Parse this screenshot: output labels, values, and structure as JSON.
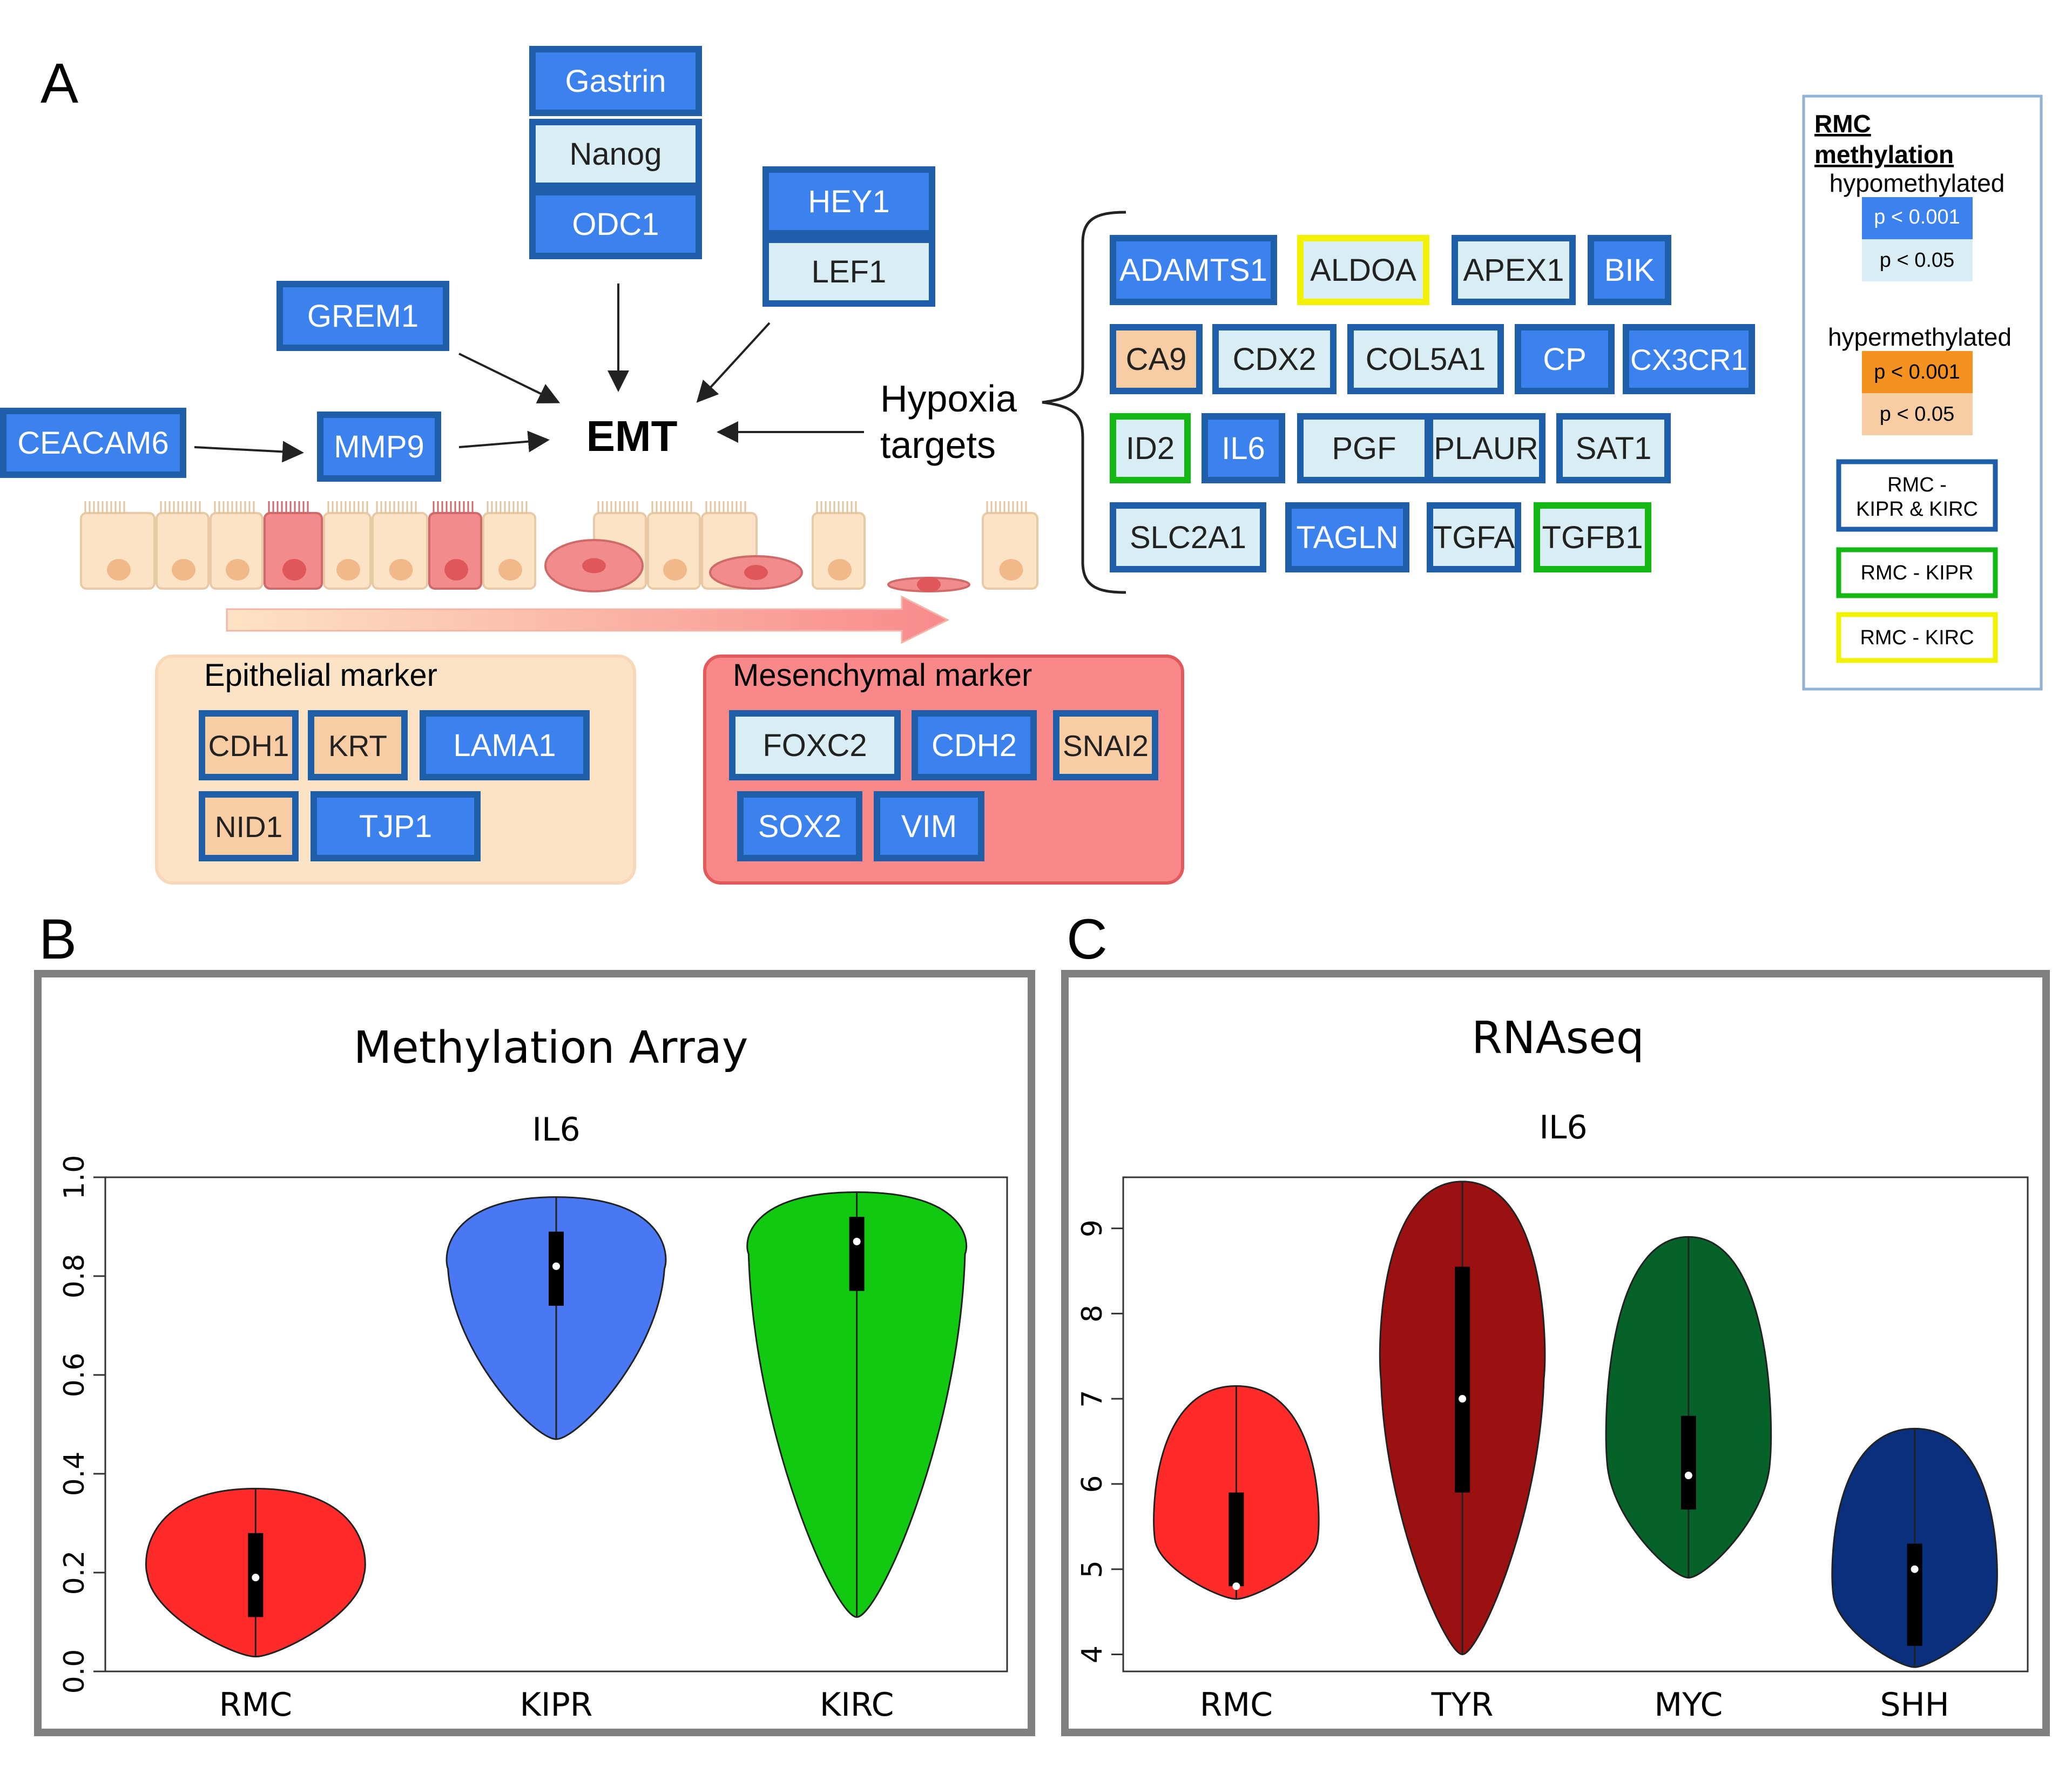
{
  "panels": {
    "a": "A",
    "b": "B",
    "c": "C"
  },
  "colors": {
    "hypo_strong": "#3b82ee",
    "hypo_weak": "#d8eef4",
    "hyper_strong": "#f5921f",
    "hyper_weak": "#f8cda3",
    "border_both": "#1f5ea8",
    "border_kipr": "#14b814",
    "border_kirc": "#f2f200",
    "epithelial_bg": "#fde3c5",
    "mesenchymal_bg": "#f9888a"
  },
  "diagram": {
    "center": "EMT",
    "hypoxia": [
      "Hypoxia",
      "targets"
    ],
    "upstream_genes": [
      {
        "label": "Gastrin",
        "fill": "strong",
        "border": "both"
      },
      {
        "label": "Nanog",
        "fill": "weak",
        "border": "both"
      },
      {
        "label": "ODC1",
        "fill": "strong",
        "border": "both"
      },
      {
        "label": "HEY1",
        "fill": "strong",
        "border": "both"
      },
      {
        "label": "LEF1",
        "fill": "weak",
        "border": "both"
      },
      {
        "label": "GREM1",
        "fill": "strong",
        "border": "both"
      },
      {
        "label": "CEACAM6",
        "fill": "strong",
        "border": "both"
      },
      {
        "label": "MMP9",
        "fill": "strong",
        "border": "both"
      }
    ],
    "hypoxia_genes": [
      {
        "label": "ADAMTS1",
        "fill": "strong",
        "border": "both"
      },
      {
        "label": "ALDOA",
        "fill": "weak",
        "border": "kirc"
      },
      {
        "label": "APEX1",
        "fill": "weak",
        "border": "both"
      },
      {
        "label": "BIK",
        "fill": "strong",
        "border": "both"
      },
      {
        "label": "CA9",
        "fill": "hyper_weak",
        "border": "both"
      },
      {
        "label": "CDX2",
        "fill": "weak",
        "border": "both"
      },
      {
        "label": "COL5A1",
        "fill": "weak",
        "border": "both"
      },
      {
        "label": "CP",
        "fill": "strong",
        "border": "both"
      },
      {
        "label": "CX3CR1",
        "fill": "strong",
        "border": "both"
      },
      {
        "label": "ID2",
        "fill": "weak",
        "border": "kipr"
      },
      {
        "label": "IL6",
        "fill": "strong",
        "border": "both"
      },
      {
        "label": "PGF",
        "fill": "weak",
        "border": "both"
      },
      {
        "label": "PLAUR",
        "fill": "weak",
        "border": "both"
      },
      {
        "label": "SAT1",
        "fill": "weak",
        "border": "both"
      },
      {
        "label": "SLC2A1",
        "fill": "weak",
        "border": "both"
      },
      {
        "label": "TAGLN",
        "fill": "strong",
        "border": "both"
      },
      {
        "label": "TGFA",
        "fill": "weak",
        "border": "both"
      },
      {
        "label": "TGFB1",
        "fill": "weak",
        "border": "kipr"
      }
    ],
    "epithelial": {
      "title": "Epithelial marker",
      "genes": [
        {
          "label": "CDH1",
          "fill": "hyper_weak",
          "border": "both"
        },
        {
          "label": "KRT",
          "fill": "hyper_weak",
          "border": "both"
        },
        {
          "label": "LAMA1",
          "fill": "strong",
          "border": "both"
        },
        {
          "label": "NID1",
          "fill": "hyper_weak",
          "border": "both"
        },
        {
          "label": "TJP1",
          "fill": "strong",
          "border": "both"
        }
      ]
    },
    "mesenchymal": {
      "title": "Mesenchymal marker",
      "genes": [
        {
          "label": "FOXC2",
          "fill": "weak",
          "border": "both"
        },
        {
          "label": "CDH2",
          "fill": "strong",
          "border": "both"
        },
        {
          "label": "SNAI2",
          "fill": "hyper_weak",
          "border": "both"
        },
        {
          "label": "SOX2",
          "fill": "strong",
          "border": "both"
        },
        {
          "label": "VIM",
          "fill": "strong",
          "border": "both"
        }
      ]
    }
  },
  "legend": {
    "title_1": "RMC",
    "title_2": "methylation",
    "hypo_label": "hypomethylated",
    "hyper_label": "hypermethylated",
    "p001": "p < 0.001",
    "p05": "p < 0.05",
    "box_both_1": "RMC -",
    "box_both_2": "KIPR & KIRC",
    "box_kipr": "RMC - KIPR",
    "box_kirc": "RMC - KIRC"
  },
  "chart_data": [
    {
      "type": "violin",
      "title": "Methylation Array",
      "subtitle": "IL6",
      "categories": [
        "RMC",
        "KIPR",
        "KIRC"
      ],
      "ylim": [
        0.0,
        1.0
      ],
      "yticks": [
        "0.0",
        "0.2",
        "0.4",
        "0.6",
        "0.8",
        "1.0"
      ],
      "colors": [
        "#ff2a2a",
        "#4a78f5",
        "#11c911"
      ],
      "series": [
        {
          "name": "RMC",
          "median": 0.19,
          "q1": 0.11,
          "q3": 0.28,
          "min": 0.03,
          "max": 0.37
        },
        {
          "name": "KIPR",
          "median": 0.82,
          "q1": 0.74,
          "q3": 0.89,
          "min": 0.47,
          "max": 0.96
        },
        {
          "name": "KIRC",
          "median": 0.87,
          "q1": 0.77,
          "q3": 0.92,
          "min": 0.11,
          "max": 0.97
        }
      ]
    },
    {
      "type": "violin",
      "title": "RNAseq",
      "subtitle": "IL6",
      "categories": [
        "RMC",
        "TYR",
        "MYC",
        "SHH"
      ],
      "ylim": [
        3.8,
        9.6
      ],
      "yticks": [
        "4",
        "5",
        "6",
        "7",
        "8",
        "9"
      ],
      "colors": [
        "#ff2a2a",
        "#9b1010",
        "#05632a",
        "#0a2f7c"
      ],
      "series": [
        {
          "name": "RMC",
          "median": 4.8,
          "q1": 4.8,
          "q3": 5.9,
          "min": 4.65,
          "max": 7.15
        },
        {
          "name": "TYR",
          "median": 7.0,
          "q1": 5.9,
          "q3": 8.55,
          "min": 4.0,
          "max": 9.55
        },
        {
          "name": "MYC",
          "median": 6.1,
          "q1": 5.7,
          "q3": 6.8,
          "min": 4.9,
          "max": 8.9
        },
        {
          "name": "SHH",
          "median": 5.0,
          "q1": 4.1,
          "q3": 5.3,
          "min": 3.85,
          "max": 6.65
        }
      ]
    }
  ]
}
